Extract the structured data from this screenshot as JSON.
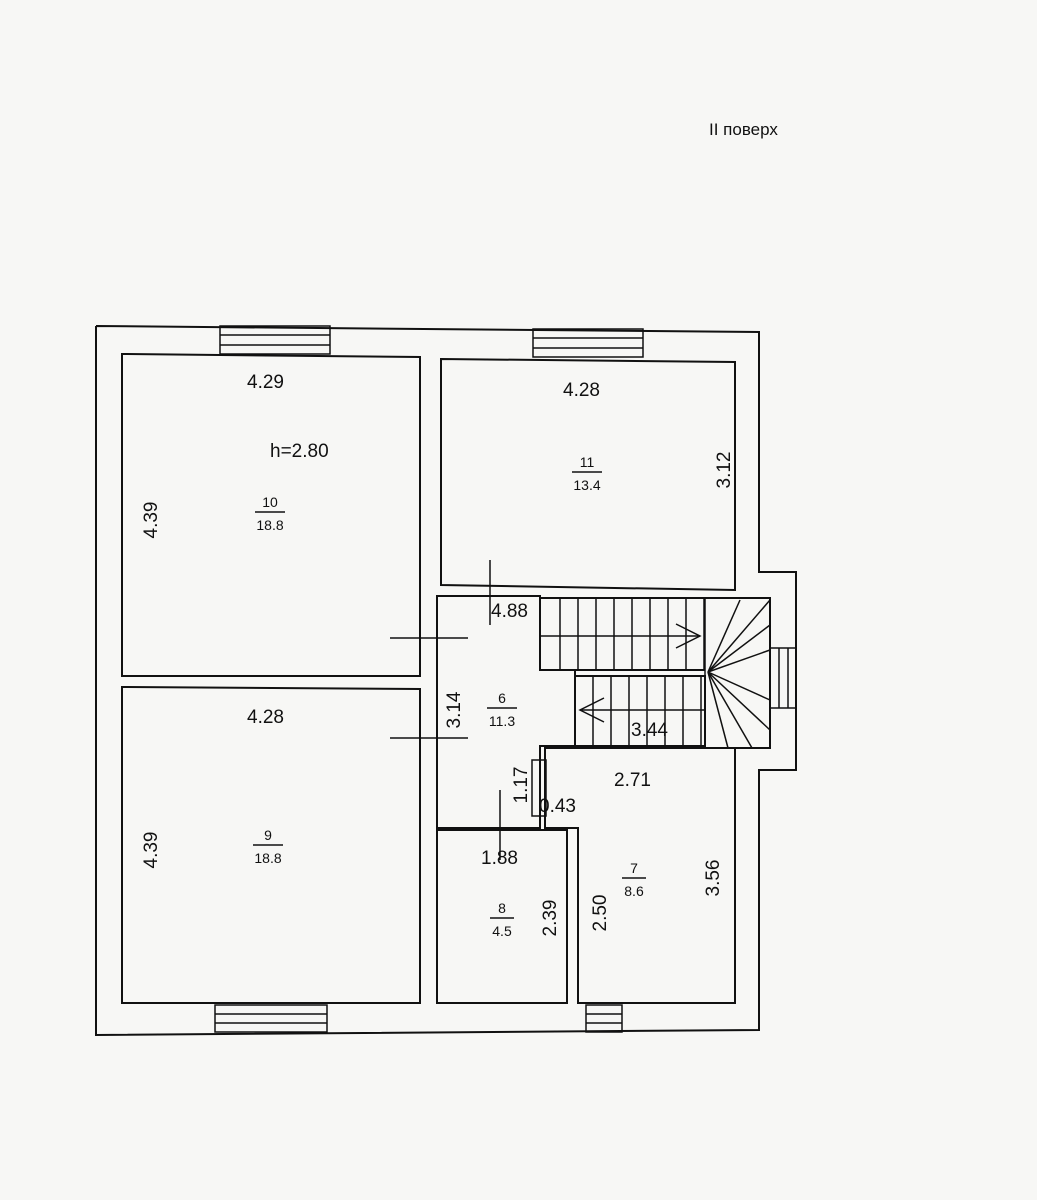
{
  "floor_title": "II поверх",
  "ceiling_height": "h=2.80",
  "rooms": [
    {
      "id": "10",
      "number": "10",
      "area": "18.8"
    },
    {
      "id": "11",
      "number": "11",
      "area": "13.4"
    },
    {
      "id": "6",
      "number": "6",
      "area": "11.3"
    },
    {
      "id": "9",
      "number": "9",
      "area": "18.8"
    },
    {
      "id": "8",
      "number": "8",
      "area": "4.5"
    },
    {
      "id": "7",
      "number": "7",
      "area": "8.6"
    }
  ],
  "dimensions": {
    "r10_width": "4.29",
    "r10_height": "4.39",
    "r11_width": "4.28",
    "r11_height": "3.12",
    "r6_length": "4.88",
    "r6_width": "3.14",
    "stair_length": "3.44",
    "r9_width": "4.28",
    "r9_height": "4.39",
    "r7_width": "2.71",
    "r7_height": "3.56",
    "r7_inner_height": "2.50",
    "niche_height": "1.17",
    "niche_width": "0.43",
    "r8_width": "1.88",
    "r8_height": "2.39"
  }
}
